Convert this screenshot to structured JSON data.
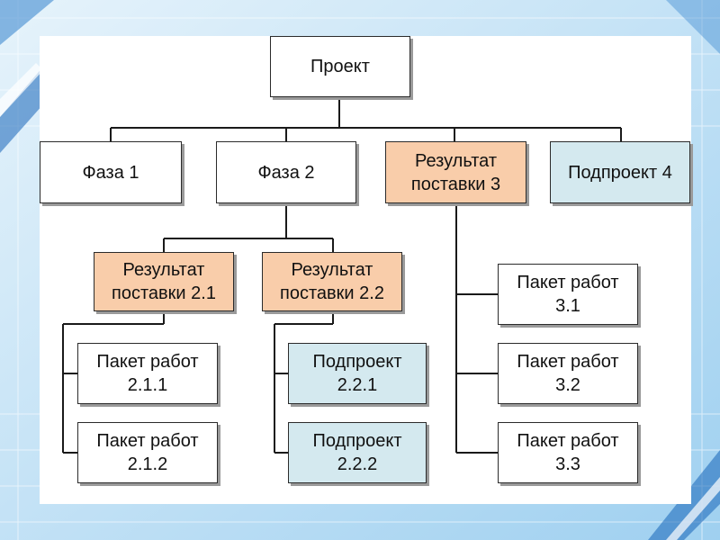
{
  "colors": {
    "frame_light": "#cfe8f8",
    "frame_accent": "#1565b8",
    "deliverable_fill": "#f9cdaa",
    "subproject_fill": "#d4e9ef",
    "node_fill": "#ffffff"
  },
  "diagram": {
    "root": "Проект",
    "phase1": "Фаза 1",
    "phase2": "Фаза 2",
    "deliverable3": "Результат\nпоставки 3",
    "subproject4": "Подпроект 4",
    "deliverable21": "Результат\nпоставки 2.1",
    "deliverable22": "Результат\nпоставки 2.2",
    "wp211": "Пакет работ\n2.1.1",
    "wp212": "Пакет работ\n2.1.2",
    "sub221": "Подпроект\n2.2.1",
    "sub222": "Подпроект\n2.2.2",
    "wp31": "Пакет работ\n3.1",
    "wp32": "Пакет работ\n3.2",
    "wp33": "Пакет работ\n3.3"
  }
}
